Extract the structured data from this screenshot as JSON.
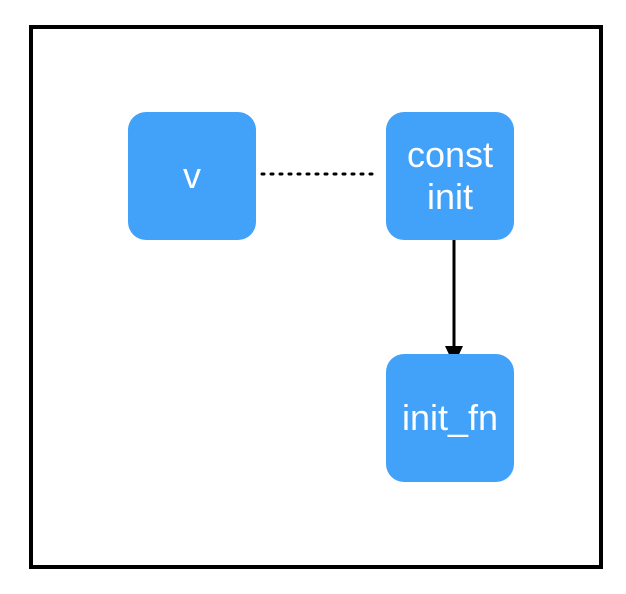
{
  "diagram": {
    "node_color": "#42A1F9",
    "border_color": "#000000",
    "nodes": {
      "v": {
        "label": "v"
      },
      "const_init": {
        "label": "const\ninit"
      },
      "init_fn": {
        "label": "init_fn"
      }
    },
    "edges": [
      {
        "from": "v",
        "to": "const_init",
        "style": "dotted",
        "arrow": false
      },
      {
        "from": "const_init",
        "to": "init_fn",
        "style": "solid",
        "arrow": true
      }
    ]
  }
}
